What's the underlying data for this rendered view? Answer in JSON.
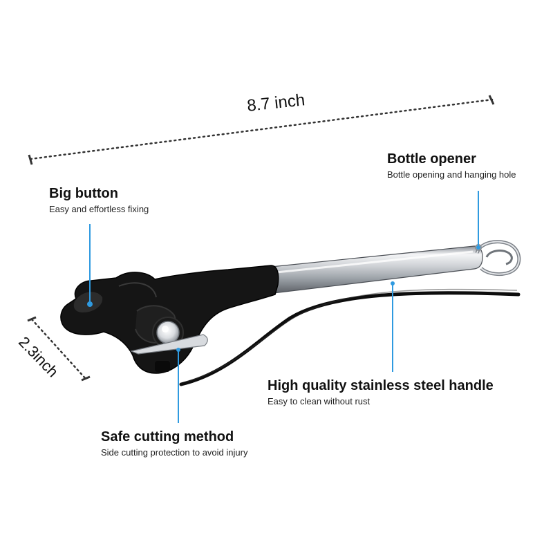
{
  "dimensions": {
    "length": "8.7 inch",
    "height": "2.3inch"
  },
  "callouts": {
    "big_button": {
      "title": "Big button",
      "subtitle": "Easy and effortless fixing"
    },
    "bottle_opener": {
      "title": "Bottle opener",
      "subtitle": "Bottle opening and hanging hole"
    },
    "steel_handle": {
      "title": "High quality stainless steel handle",
      "subtitle": "Easy to clean without rust"
    },
    "safe_cutting": {
      "title": "Safe cutting method",
      "subtitle": "Side cutting protection to avoid injury"
    }
  },
  "colors": {
    "pointer_line": "#2f9ae0",
    "plastic_body": "#141414",
    "steel": "#c9ccd0"
  }
}
